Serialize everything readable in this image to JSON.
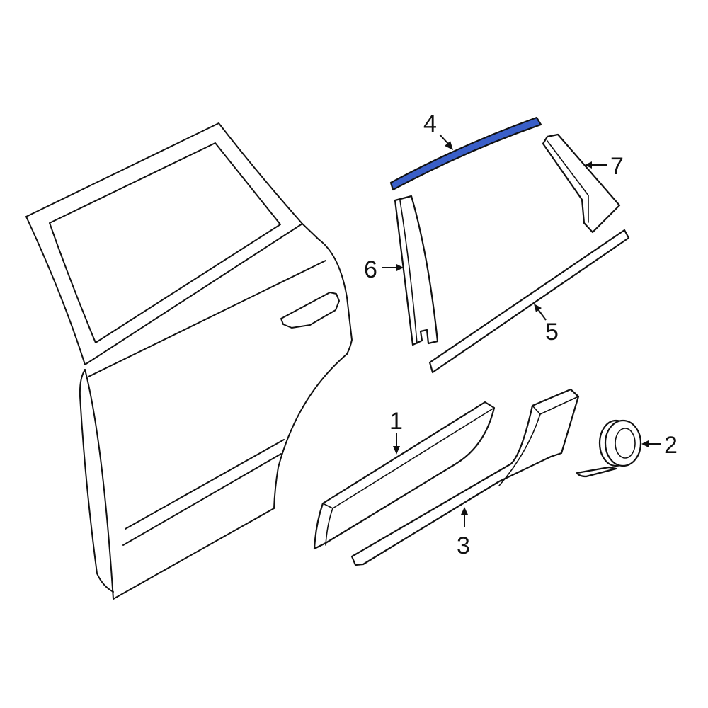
{
  "diagram": {
    "title": "Rear Door Moldings Exploded Parts Diagram",
    "highlight_color": "#3A5FC8",
    "line_color": "#111111",
    "background_color": "#FFFFFF"
  },
  "callouts": [
    {
      "id": "1",
      "label": "1",
      "part": "door-molding-upper"
    },
    {
      "id": "2",
      "label": "2",
      "part": "adhesive-tape-roll"
    },
    {
      "id": "3",
      "label": "3",
      "part": "door-molding-lower"
    },
    {
      "id": "4",
      "label": "4",
      "part": "upper-frame-molding",
      "highlighted": true
    },
    {
      "id": "5",
      "label": "5",
      "part": "belt-molding"
    },
    {
      "id": "6",
      "label": "6",
      "part": "front-pillar-applique"
    },
    {
      "id": "7",
      "label": "7",
      "part": "rear-pillar-applique"
    }
  ]
}
